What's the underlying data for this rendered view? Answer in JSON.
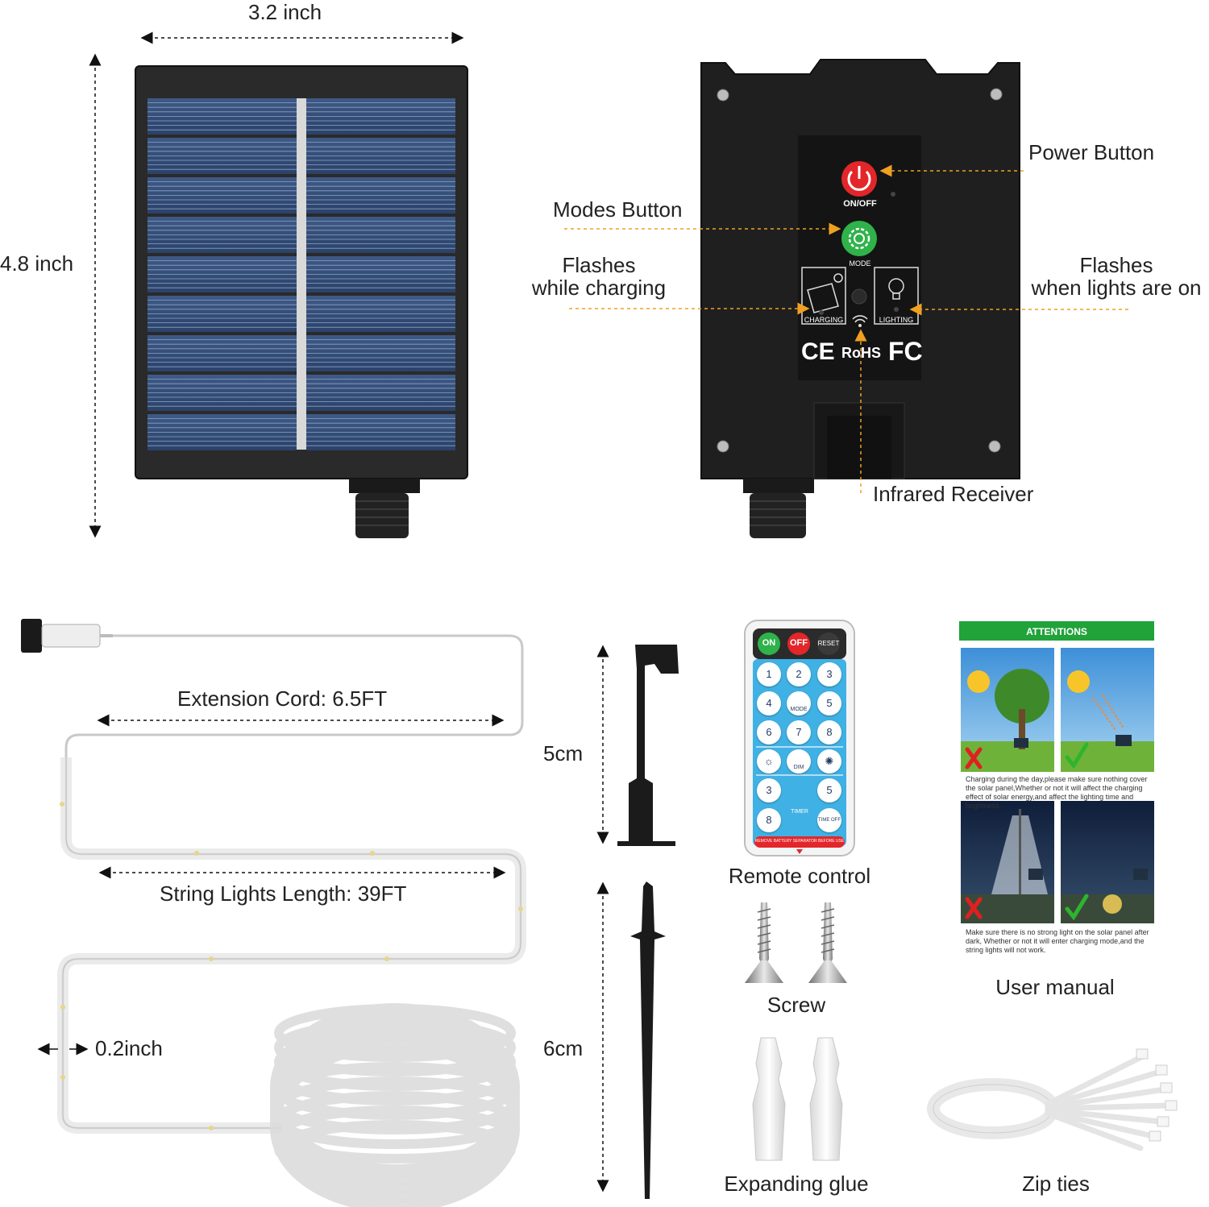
{
  "dimensions": {
    "width_label": "3.2 inch",
    "height_label": "4.8 inch"
  },
  "controller": {
    "power_button_label": "Power Button",
    "modes_button_label": "Modes Button",
    "charging_label_line1": "Flashes",
    "charging_label_line2": "while charging",
    "lighting_label_line1": "Flashes",
    "lighting_label_line2": "when lights are on",
    "infrared_label": "Infrared Receiver",
    "onoff_text": "ON/OFF",
    "mode_text": "MODE",
    "charging_text": "CHARGING",
    "lighting_text": "LIGHTING",
    "cert_ce": "CE",
    "cert_rohs": "RoHS",
    "cert_fc": "FC"
  },
  "cord": {
    "extension_label": "Extension Cord: 6.5FT",
    "string_label": "String Lights Length: 39FT",
    "diameter_label": "0.2inch"
  },
  "stake": {
    "top_label": "5cm",
    "bottom_label": "6cm"
  },
  "remote": {
    "title": "Remote control",
    "on": "ON",
    "off": "OFF",
    "reset": "RESET",
    "keys": [
      "1",
      "2",
      "3",
      "4",
      "5",
      "6",
      "7",
      "8"
    ],
    "mode_key": "MODE",
    "dim_key": "DIM",
    "timer_row": [
      "3",
      "5",
      "8"
    ],
    "timer_key": "TIMER",
    "timeoff_key": "TIME OFF",
    "footer": "REMOVE BATTERY SEPARATOR BEFORE USE"
  },
  "accessories": {
    "screw": "Screw",
    "glue": "Expanding glue",
    "zip": "Zip ties"
  },
  "manual": {
    "title": "User manual",
    "header": "ATTENTIONS",
    "note1": "Charging during the day,please make sure nothing cover the solar panel,Whether or not it will affect the charging effect of solar energy,and affect the lighting time and brightness.",
    "note2": "Make sure there is no strong light on the solar panel after dark, Whether or not it will enter charging mode,and the string lights will not work.",
    "colors": {
      "header": "#21a33a",
      "wrong": "#e02020",
      "right": "#2db52d"
    }
  },
  "colors": {
    "arrow": "#f0a020",
    "power": "#e3262a",
    "mode": "#2fb24a",
    "panel": "#1e1e1e"
  }
}
